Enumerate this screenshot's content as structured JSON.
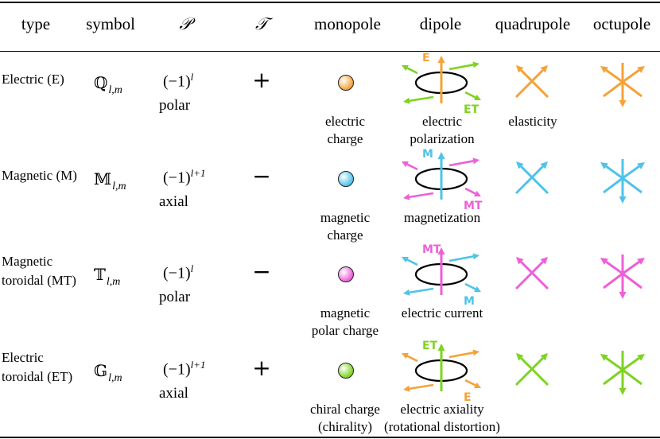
{
  "headers": {
    "type": "type",
    "symbol": "symbol",
    "P": "𝒫",
    "T": "𝒯",
    "monopole": "monopole",
    "dipole": "dipole",
    "quadrupole": "quadrupole",
    "octupole": "octupole"
  },
  "rows": [
    {
      "type_lines": [
        "Electric (E)"
      ],
      "symbol_letter": "ℚ",
      "symbol_sub": "l,m",
      "parity_base": "(−1)",
      "parity_exp": "l",
      "parity_kind": "polar",
      "time_sign": "+",
      "monopole_label": [
        "electric",
        "charge"
      ],
      "dipole_label": [
        "electric",
        "polarization"
      ],
      "dipole_arrow_label": "E",
      "dipole_circ_label": "ET",
      "quadrupole_label": "elasticity",
      "color": "#f5a238",
      "circ_color": "#7ed321"
    },
    {
      "type_lines": [
        "Magnetic (M)"
      ],
      "symbol_letter": "𝕄",
      "symbol_sub": "l,m",
      "parity_base": "(−1)",
      "parity_exp": "l+1",
      "parity_kind": "axial",
      "time_sign": "−",
      "monopole_label": [
        "magnetic",
        "charge"
      ],
      "dipole_label": [
        "magnetization"
      ],
      "dipole_arrow_label": "M",
      "dipole_circ_label": "MT",
      "quadrupole_label": "",
      "color": "#4fc3ea",
      "circ_color": "#ee5fd8"
    },
    {
      "type_lines": [
        "Magnetic",
        "toroidal (MT)"
      ],
      "symbol_letter": "𝕋",
      "symbol_sub": "l,m",
      "parity_base": "(−1)",
      "parity_exp": "l",
      "parity_kind": "polar",
      "time_sign": "−",
      "monopole_label": [
        "magnetic",
        "polar charge"
      ],
      "dipole_label": [
        "electric current"
      ],
      "dipole_arrow_label": "MT",
      "dipole_circ_label": "M",
      "quadrupole_label": "",
      "color": "#ee5fd8",
      "circ_color": "#4fc3ea"
    },
    {
      "type_lines": [
        "Electric",
        "toroidal (ET)"
      ],
      "symbol_letter": "𝔾",
      "symbol_sub": "l,m",
      "parity_base": "(−1)",
      "parity_exp": "l+1",
      "parity_kind": "axial",
      "time_sign": "+",
      "monopole_label": [
        "chiral charge",
        "(chirality)"
      ],
      "dipole_label": [
        "electric axiality",
        "(rotational distortion)"
      ],
      "dipole_arrow_label": "ET",
      "dipole_circ_label": "E",
      "quadrupole_label": "",
      "color": "#7ed321",
      "circ_color": "#f5a238"
    }
  ]
}
